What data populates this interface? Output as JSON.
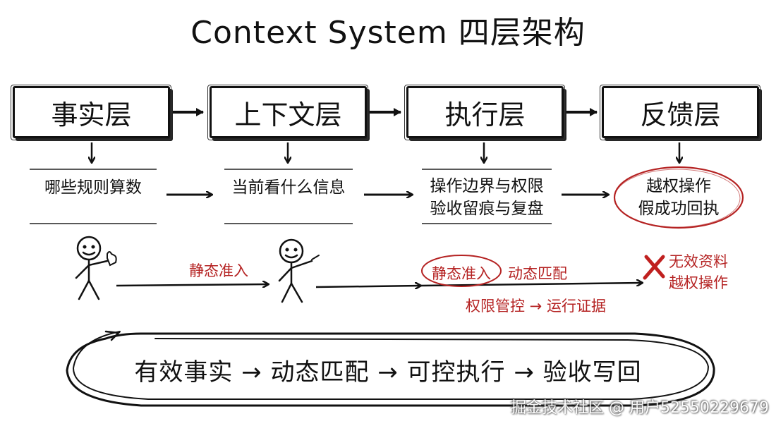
{
  "title": "Context System 四层架构",
  "layers": [
    {
      "label": "事实层",
      "desc": [
        "哪些规则算数"
      ]
    },
    {
      "label": "上下文层",
      "desc": [
        "当前看什么信息"
      ]
    },
    {
      "label": "执行层",
      "desc": [
        "操作边界与权限",
        "验收留痕与复盘"
      ]
    },
    {
      "label": "反馈层",
      "desc": [
        "越权操作",
        "假成功回执"
      ]
    }
  ],
  "flow": {
    "static_access_1": "静态准入",
    "static_access_2": "静态准入",
    "dynamic_match": "动态匹配",
    "permission_control": "权限管控 → 运行证据",
    "failure": [
      "无效资料",
      "越权操作"
    ]
  },
  "pipeline": "有效事实 → 动态匹配 → 可控执行 → 验收写回",
  "watermark": "掘金技术社区 @ 用户52550229679",
  "colors": {
    "accent_red": "#b52323",
    "ink": "#111111"
  }
}
